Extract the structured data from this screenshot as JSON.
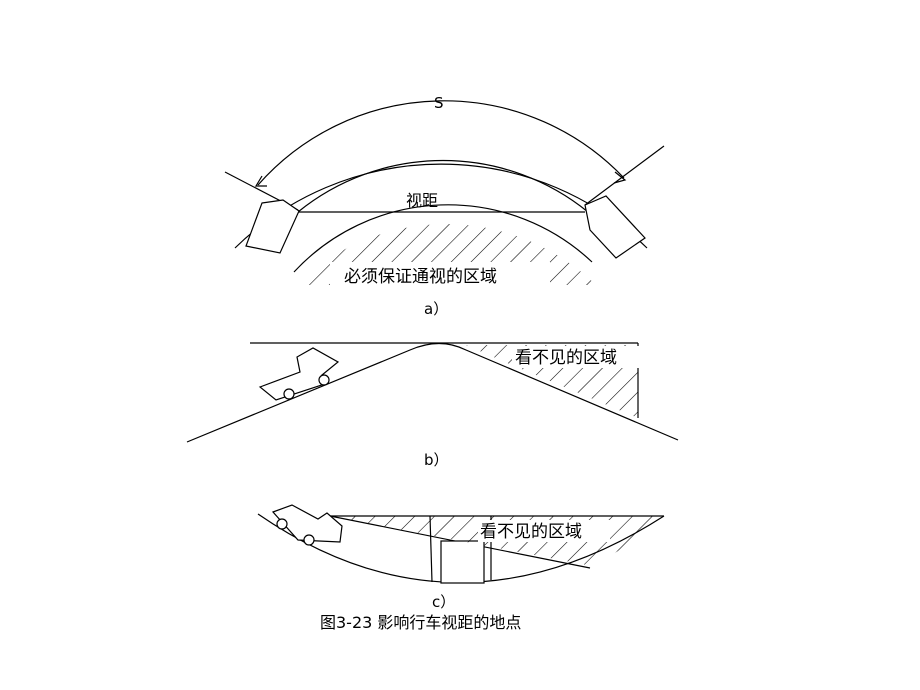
{
  "diagram_a": {
    "arc_label": "S",
    "chord_label": "视距",
    "zone_label": "必须保证通视的区域",
    "caption": "a）"
  },
  "diagram_b": {
    "zone_label": "看不见的区域",
    "caption": "b）"
  },
  "diagram_c": {
    "zone_label": "看不见的区域",
    "caption": "c）"
  },
  "figure_caption": "图3-23 影响行车视距的地点",
  "colors": {
    "ink": "#000000",
    "background": "#ffffff"
  }
}
